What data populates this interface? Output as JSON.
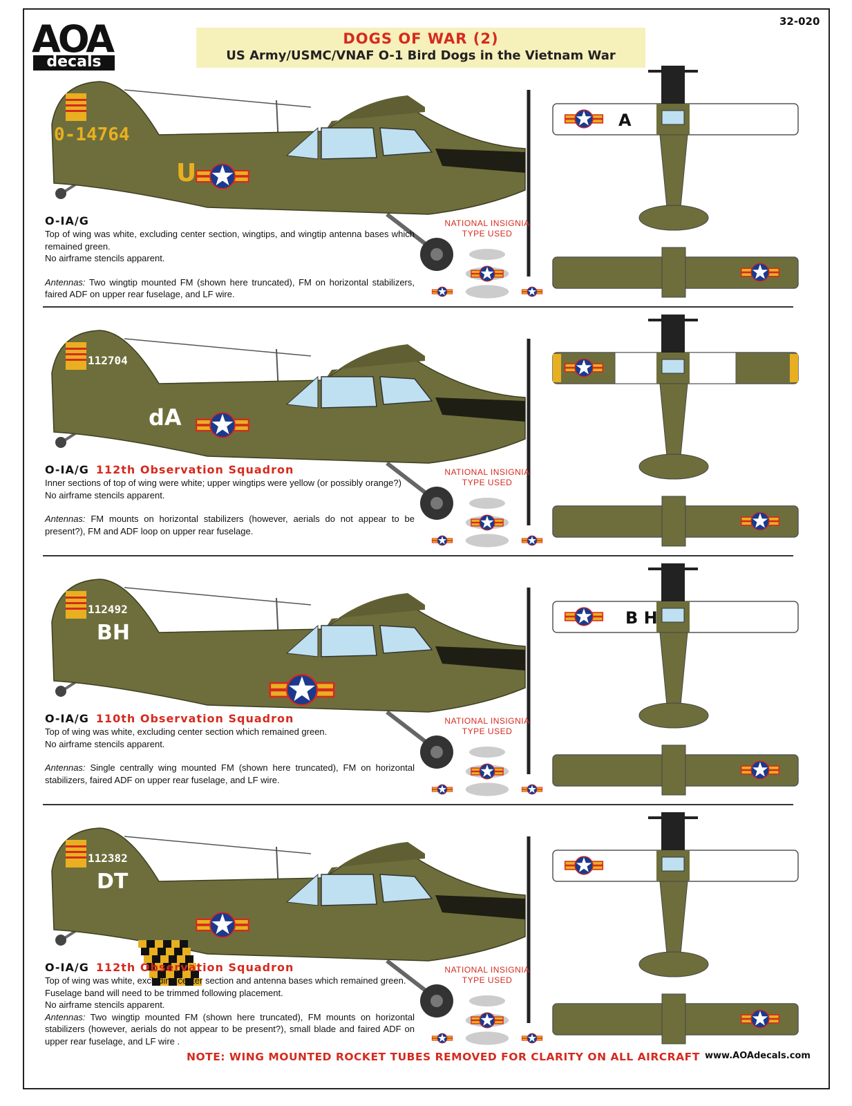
{
  "header": {
    "logo_letters": "AOA",
    "logo_sub": "decals",
    "code": "32-020",
    "title": "DOGS OF WAR (2)",
    "subtitle": "US Army/USMC/VNAF O-1 Bird Dogs in the Vietnam War"
  },
  "colors": {
    "olive": "#6e6e3c",
    "white_wing": "#ffffff",
    "yellow": "#e8b020",
    "red": "#d52a1e",
    "blue": "#1c3a8c",
    "glass": "#bfe0f0"
  },
  "national_insignia_label_1": "NATIONAL INSIGNIA",
  "national_insignia_label_2": "TYPE USED",
  "aircraft": [
    {
      "serial": "0-14764",
      "code": "U",
      "variant": "O-IA/G",
      "squadron": "",
      "desc": [
        "Top of wing was white, excluding center section, wingtips, and wingtip antenna bases which remained green.",
        "No airframe stencils apparent."
      ],
      "antennas_label": "Antennas:",
      "antennas_text": " Two wingtip mounted FM (shown here truncated), FM on horizontal stabilizers, faired ADF on upper rear fuselage, and LF wire.",
      "wing_code": "A"
    },
    {
      "serial": "112704",
      "code": "dA",
      "variant": "O-IA/G",
      "squadron": "112th Observation Squadron",
      "desc": [
        "Inner sections of top of wing were white; upper wingtips were yellow (or possibly orange?)",
        "No airframe stencils apparent."
      ],
      "antennas_label": "Antennas:",
      "antennas_text": " FM mounts on horizontal stabilizers (however, aerials do not appear to be present?), FM and ADF loop on upper rear fuselage.",
      "wing_code": ""
    },
    {
      "serial": "112492",
      "code": "BH",
      "variant": "O-IA/G",
      "squadron": "110th Observation Squadron",
      "desc": [
        "Top of wing was white, excluding center section which remained green.",
        "No airframe stencils apparent."
      ],
      "antennas_label": "Antennas:",
      "antennas_text": " Single centrally wing mounted FM (shown here truncated), FM on horizontal stabilizers, faired ADF on upper rear fuselage, and LF wire.",
      "wing_code": "B H"
    },
    {
      "serial": "112382",
      "code": "DT",
      "variant": "O-IA/G",
      "squadron": "112th Observation Squadron",
      "desc": [
        "Top of wing was white, excluding center section and antenna bases which remained green.",
        "Fuselage band will need to be trimmed following placement.",
        "No airframe stencils apparent."
      ],
      "antennas_label": "Antennas:",
      "antennas_text": " Two wingtip mounted FM (shown here truncated), FM mounts on horizontal stabilizers (however, aerials do not appear to be present?), small blade and faired ADF on upper rear fuselage, and LF wire .",
      "wing_code": ""
    }
  ],
  "footer": {
    "note": "NOTE: WING MOUNTED ROCKET TUBES REMOVED FOR CLARITY ON ALL AIRCRAFT",
    "website": "www.AOAdecals.com"
  }
}
